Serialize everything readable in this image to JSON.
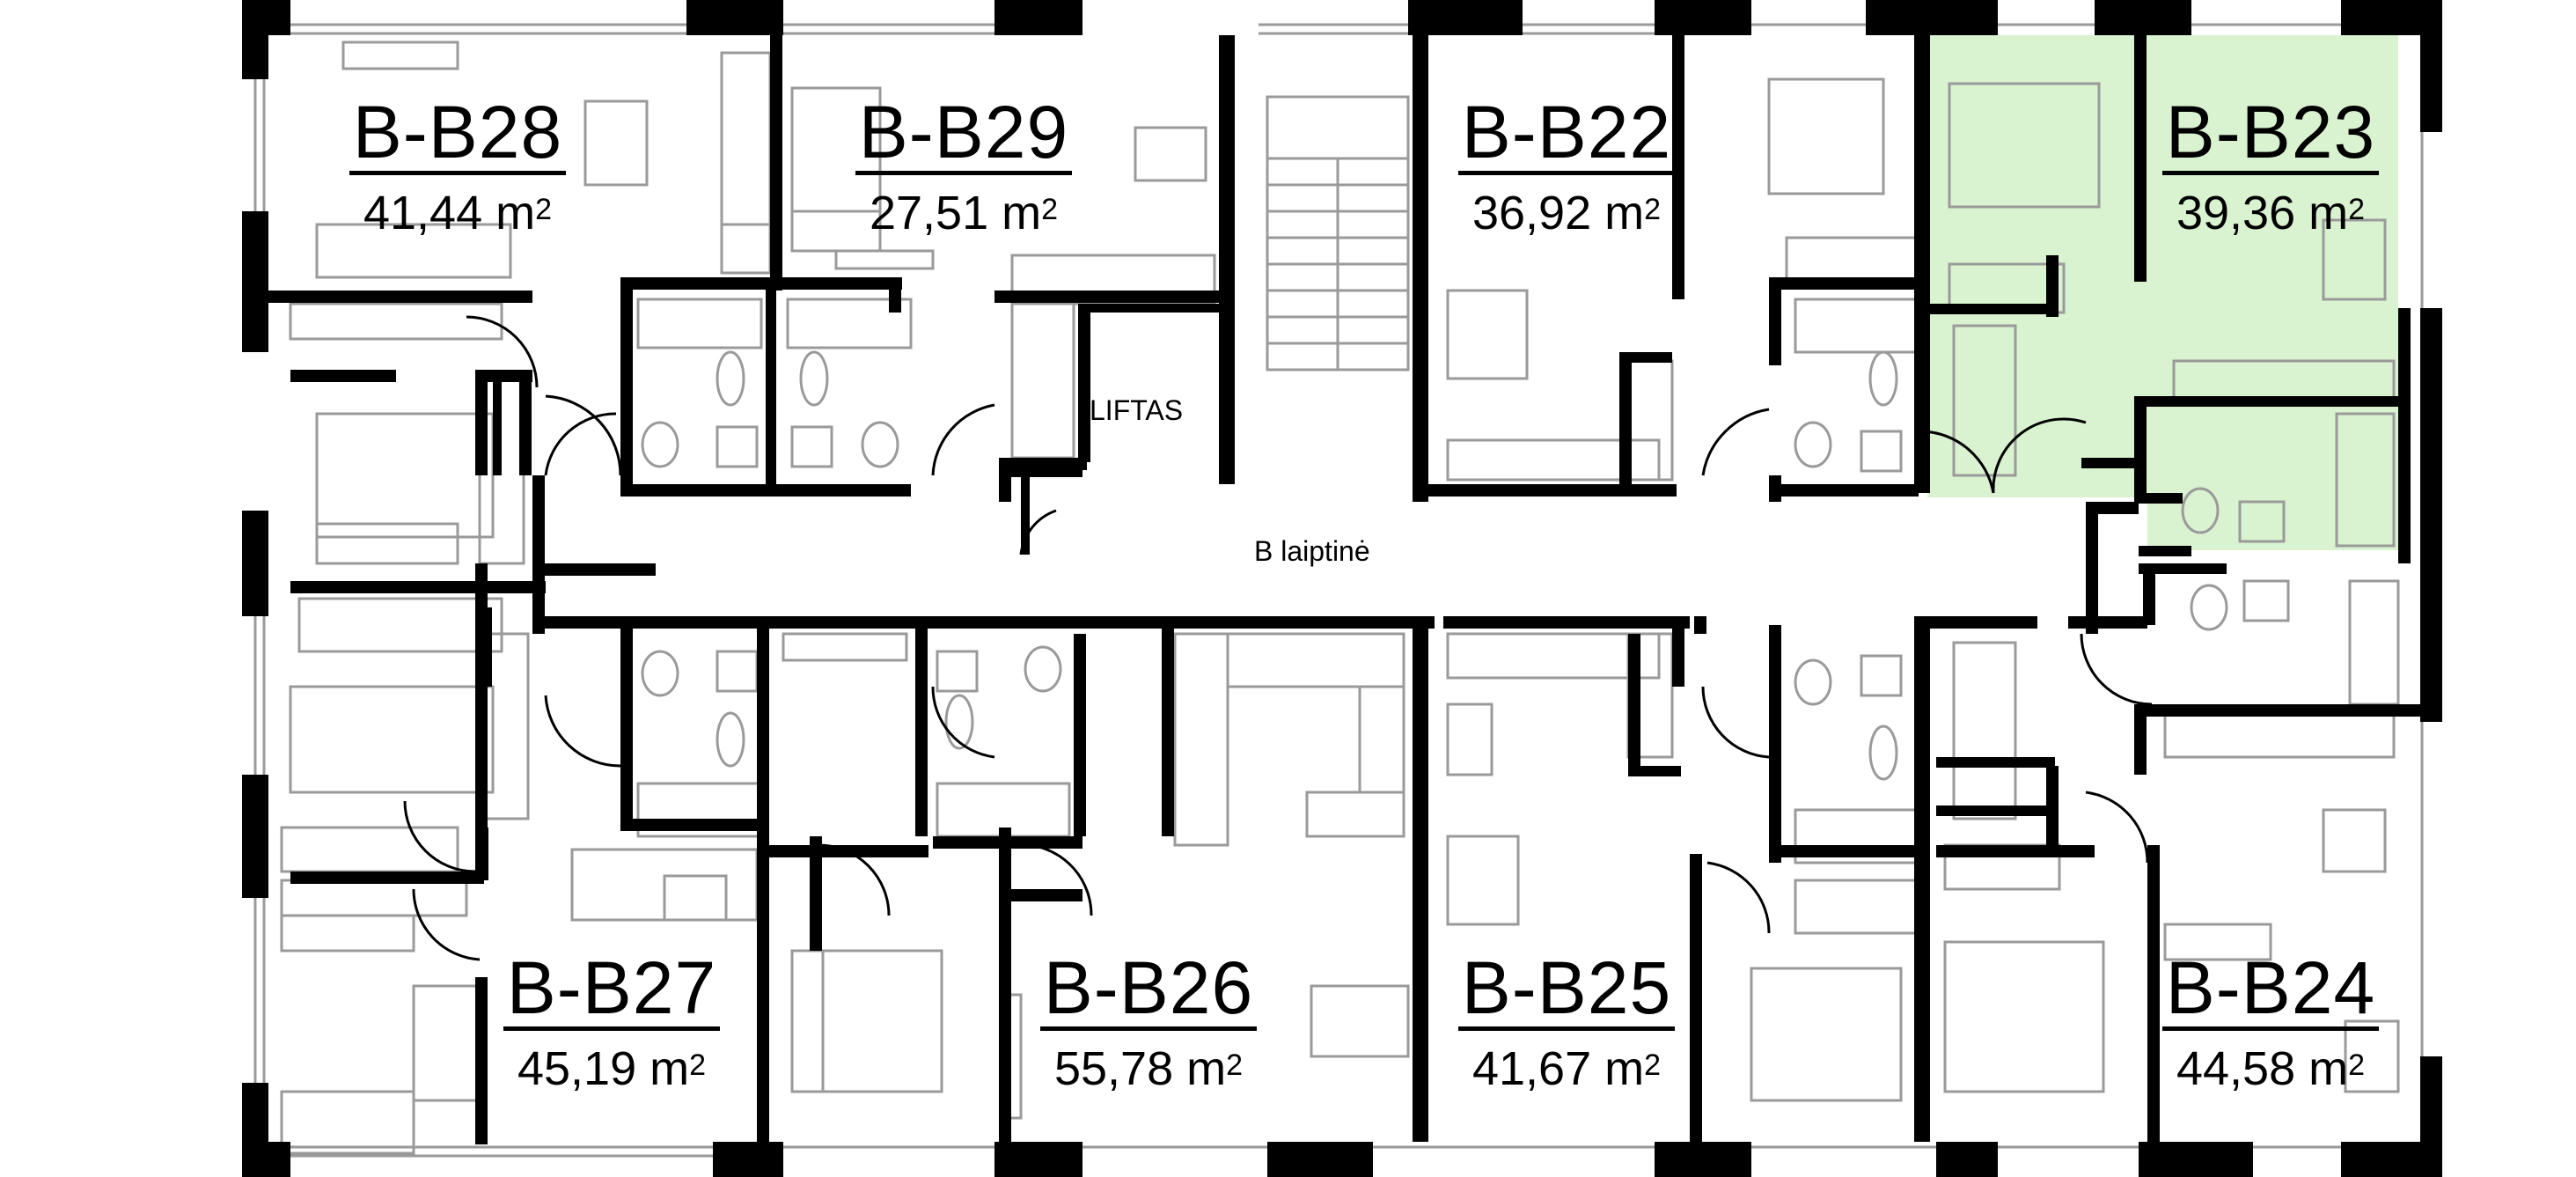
{
  "plan": {
    "stair_label": "B laiptinė",
    "lift_label": "LIFTAS",
    "highlight_color": "#d9f2d0",
    "wall_color": "#000000",
    "furniture_color": "#9a9a9a"
  },
  "apartments": [
    {
      "code": "B-B28",
      "area": "41,44 m",
      "unit_sup": "2",
      "highlighted": false
    },
    {
      "code": "B-B29",
      "area": "27,51 m",
      "unit_sup": "2",
      "highlighted": false
    },
    {
      "code": "B-B22",
      "area": "36,92 m",
      "unit_sup": "2",
      "highlighted": false
    },
    {
      "code": "B-B23",
      "area": "39,36 m",
      "unit_sup": "2",
      "highlighted": true
    },
    {
      "code": "B-B27",
      "area": "45,19 m",
      "unit_sup": "2",
      "highlighted": false
    },
    {
      "code": "B-B26",
      "area": "55,78 m",
      "unit_sup": "2",
      "highlighted": false
    },
    {
      "code": "B-B25",
      "area": "41,67 m",
      "unit_sup": "2",
      "highlighted": false
    },
    {
      "code": "B-B24",
      "area": "44,58 m",
      "unit_sup": "2",
      "highlighted": false
    }
  ]
}
